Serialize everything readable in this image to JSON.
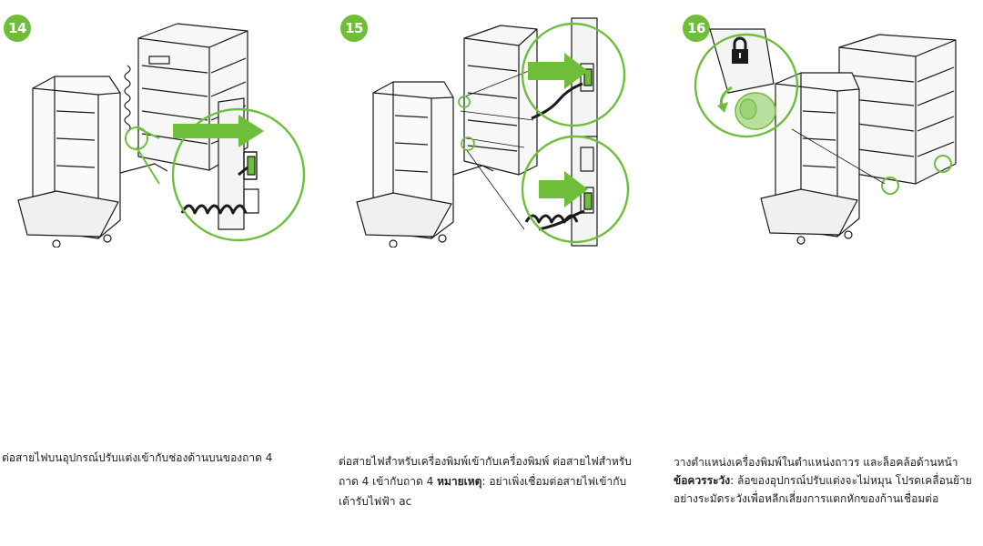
{
  "colors": {
    "accent": "#6fbe3a",
    "line": "#1a1a1a",
    "fill_light": "#f4f4f4"
  },
  "steps": [
    {
      "number": "14",
      "caption": "ต่อสายไฟบนอุปกรณ์ปรับแต่งเข้ากับช่องด้านบนของถาด 4"
    },
    {
      "number": "15",
      "caption_text": "ต่อสายไฟสำหรับเครื่องพิมพ์เข้ากับเครื่องพิมพ์ ต่อสายไฟสำหรับถาด 4 เข้ากับถาด 4",
      "note_label": "หมายเหตุ",
      "note_text": ": อย่าเพิ่งเชื่อมต่อสายไฟเข้ากับเต้ารับไฟฟ้า ac"
    },
    {
      "number": "16",
      "caption_text": "วางตำแหน่งเครื่องพิมพ์ในตำแหน่งถาวร และล็อคล้อด้านหน้า",
      "caution_label": "ข้อควรระวัง",
      "caution_text": ": ล้อของอุปกรณ์ปรับแต่งจะไม่หมุน โปรดเคลื่อนย้ายอย่างระมัดระวังเพื่อหลีกเลี่ยงการแตกหักของก้านเชื่อมต่อ"
    }
  ]
}
